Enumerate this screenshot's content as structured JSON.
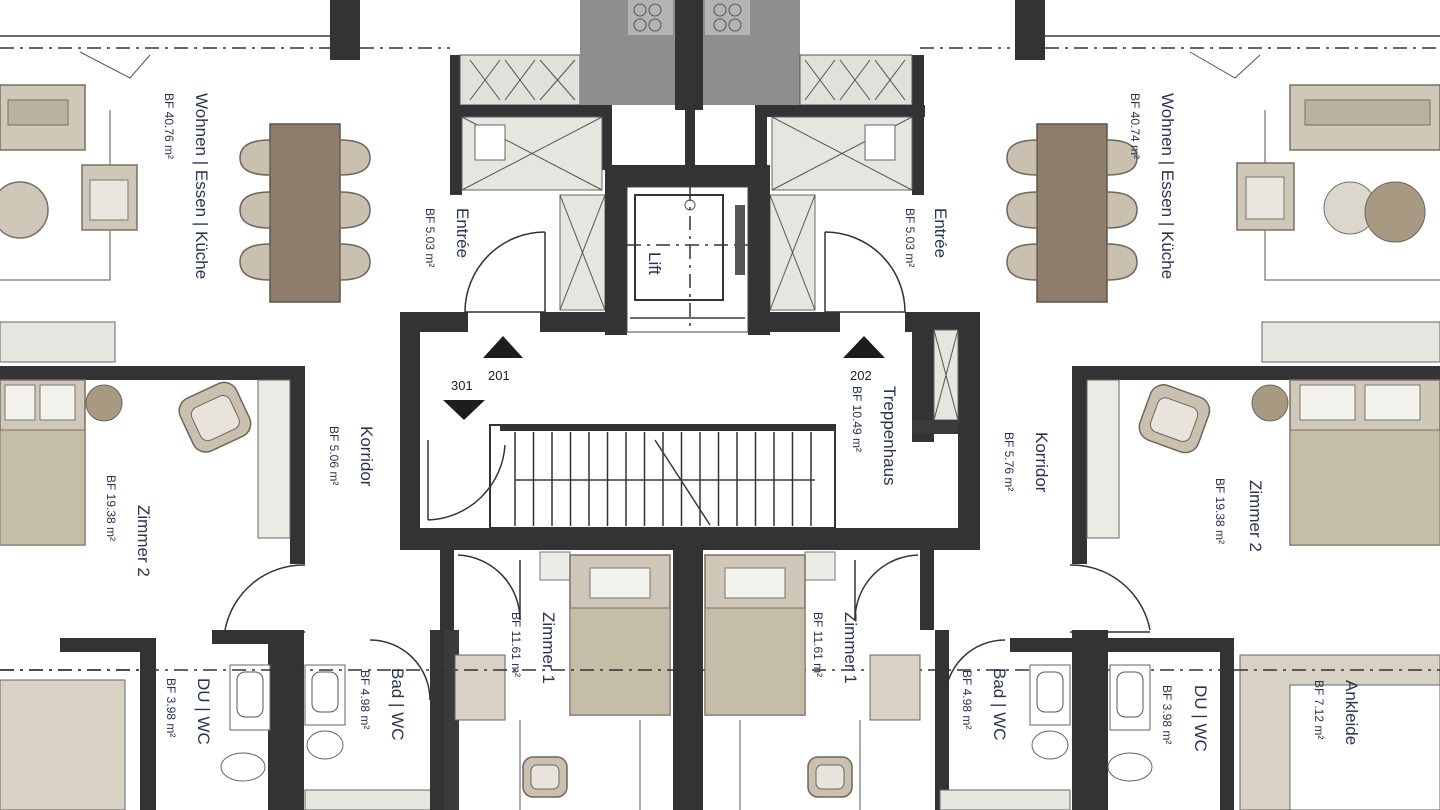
{
  "rooms": {
    "left_wohnen": {
      "name": "Wohnen | Essen | Küche",
      "area": "BF 40.76 m²"
    },
    "right_wohnen": {
      "name": "Wohnen | Essen | Küche",
      "area": "BF 40.74 m²"
    },
    "left_entree": {
      "name": "Entrée",
      "area": "BF 5.03 m²"
    },
    "right_entree": {
      "name": "Entrée",
      "area": "BF 5.03 m²"
    },
    "lift": {
      "name": "Lift"
    },
    "treppenhaus": {
      "name": "Treppenhaus",
      "area": "BF 10.49 m²"
    },
    "left_korridor": {
      "name": "Korridor",
      "area": "BF 5.06 m²"
    },
    "right_korridor": {
      "name": "Korridor",
      "area": "BF 5.76 m²"
    },
    "left_zimmer2": {
      "name": "Zimmer 2",
      "area": "BF 19.38 m²"
    },
    "right_zimmer2": {
      "name": "Zimmer 2",
      "area": "BF 19.38 m²"
    },
    "left_zimmer1": {
      "name": "Zimmer 1",
      "area": "BF 11.61 m²"
    },
    "right_zimmer1": {
      "name": "Zimmer 1",
      "area": "BF 11.61 m²"
    },
    "left_bad": {
      "name": "Bad | WC",
      "area": "BF 4.98 m²"
    },
    "right_bad": {
      "name": "Bad | WC",
      "area": "BF 4.98 m²"
    },
    "left_du": {
      "name": "DU | WC",
      "area": "BF 3.98 m²"
    },
    "right_du": {
      "name": "DU | WC",
      "area": "BF 3.98 m²"
    },
    "ankleide": {
      "name": "Ankleide",
      "area": "BF 7.12 m²"
    }
  },
  "apartment_numbers": {
    "left_up": "201",
    "left_down": "301",
    "right_up": "202"
  },
  "colors": {
    "wall": "#333335",
    "text": "#2a3350",
    "furniture": "#cfc8b8",
    "wood": "#8d7d6a"
  }
}
